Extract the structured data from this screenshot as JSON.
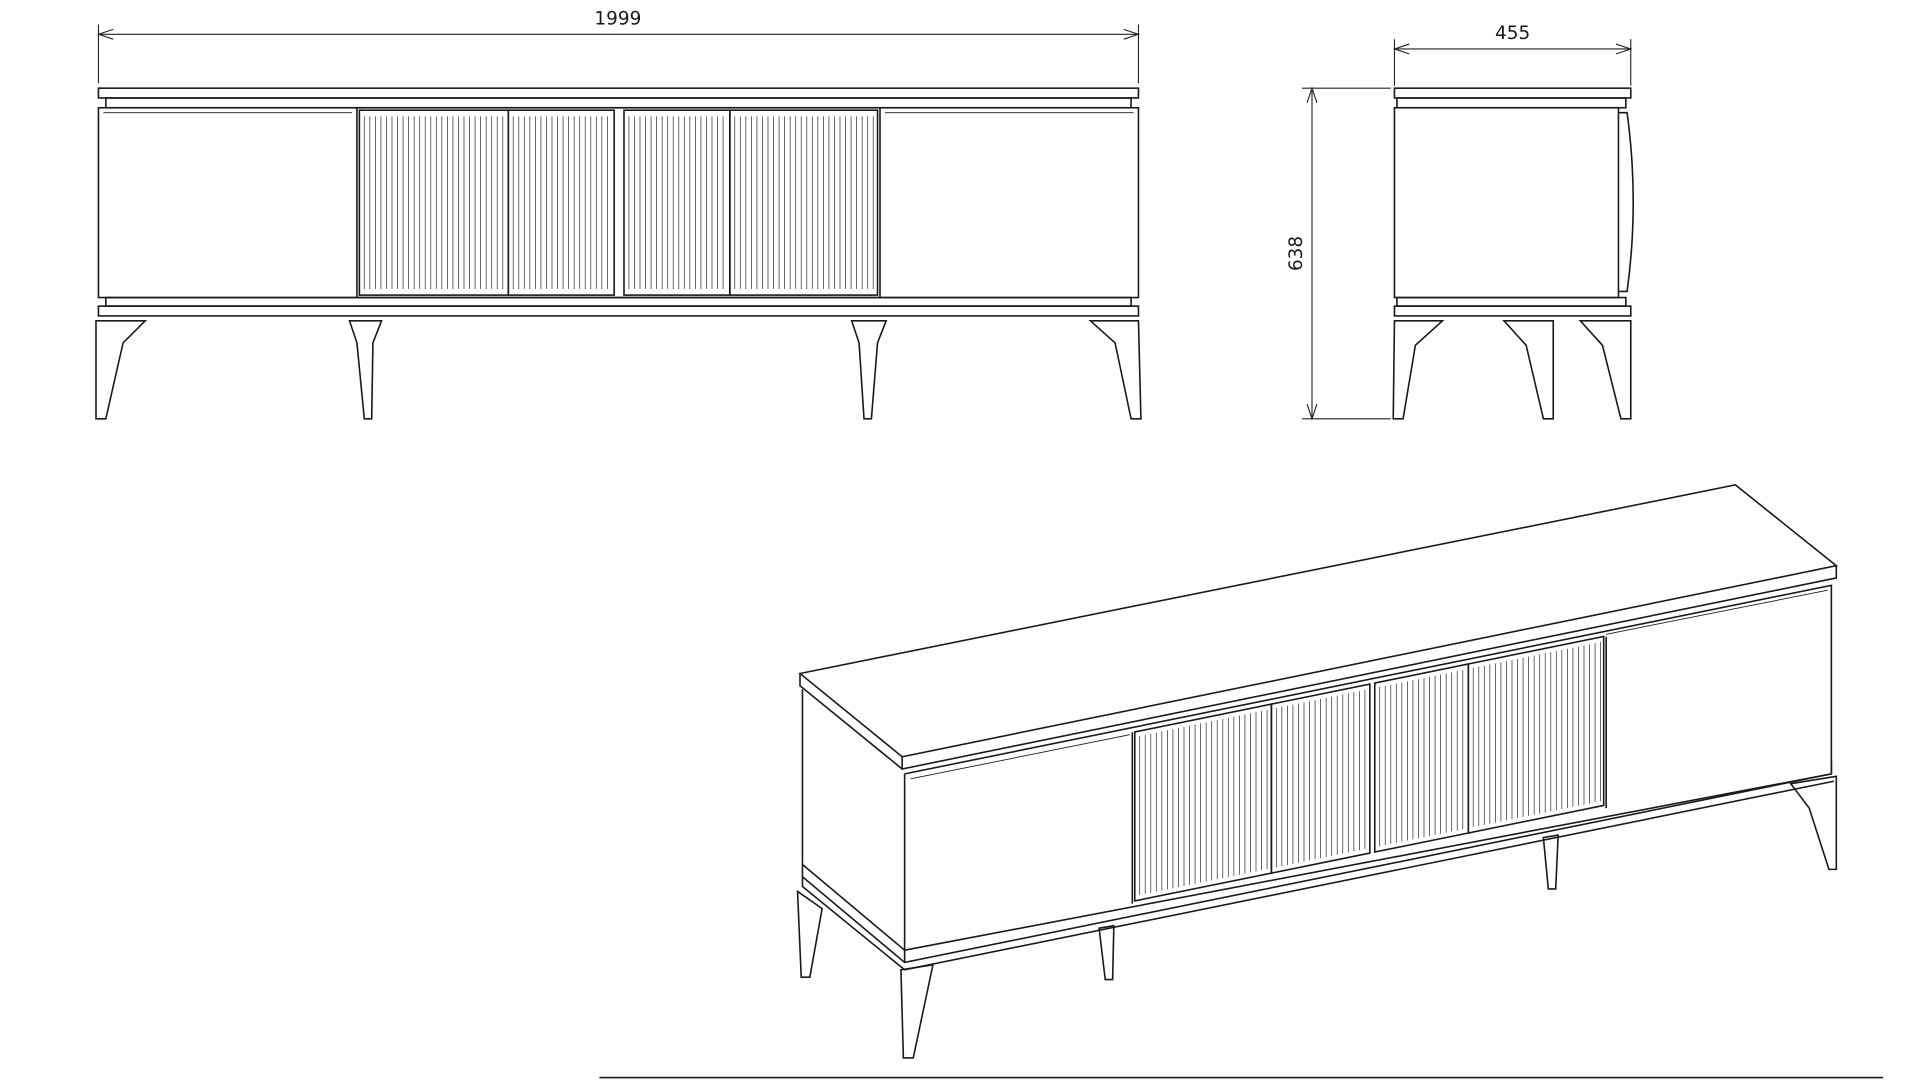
{
  "drawing": {
    "dimensions": {
      "width_mm": "1999",
      "depth_mm": "455",
      "height_mm": "638"
    },
    "views": [
      "front",
      "side",
      "isometric"
    ],
    "line_color": "#1a1a1a",
    "background": "#ffffff"
  }
}
